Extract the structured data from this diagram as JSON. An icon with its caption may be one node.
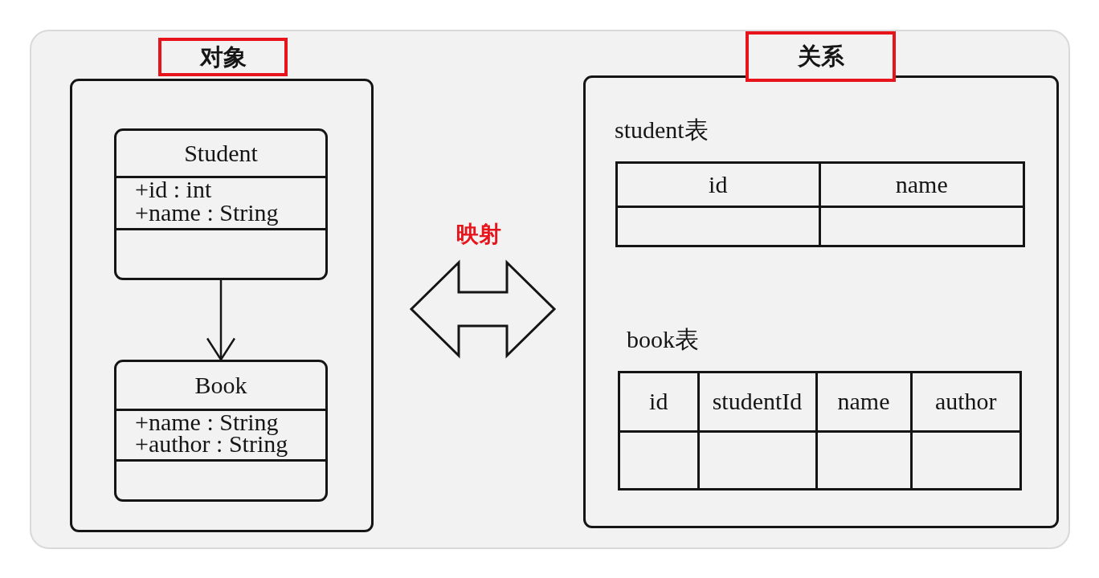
{
  "diagram": {
    "nodes": [
      {
        "text": [
          "对象"
        ]
      },
      {
        "text": [
          "Student",
          "+id : int",
          "+name : String"
        ],
        "in": 0
      },
      {
        "text": [
          "Book",
          "+name : String",
          "+author : String"
        ],
        "in": 0
      },
      {
        "text": [
          "关系"
        ]
      },
      {
        "text": [
          "id",
          "name"
        ],
        "beside": [
          "student表"
        ],
        "in": 3
      },
      {
        "text": [
          "id",
          "studentId",
          "name",
          "author"
        ],
        "beside": [
          "book表"
        ],
        "in": 3
      }
    ],
    "edges": [
      {
        "from": 1,
        "to": 2,
        "arrow": "to"
      },
      {
        "from": 0,
        "to": 3,
        "arrow": "both",
        "label": "映射",
        "style": "thick"
      }
    ]
  }
}
